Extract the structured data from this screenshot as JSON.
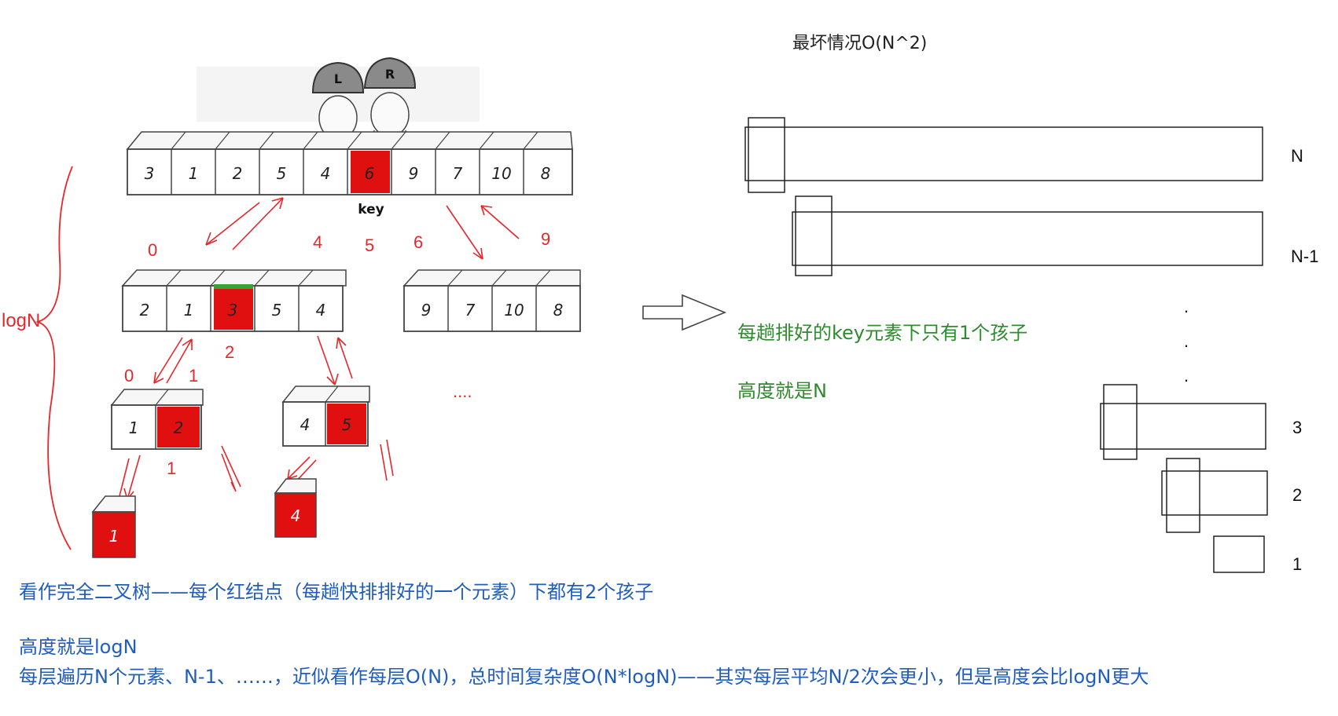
{
  "left_diagram": {
    "top_row": [
      "3",
      "1",
      "2",
      "5",
      "4",
      "6",
      "9",
      "7",
      "10",
      "8"
    ],
    "key_label": "key",
    "helmet_left": "L",
    "helmet_right": "R",
    "level1_left": [
      "2",
      "1",
      "3",
      "5",
      "4"
    ],
    "level1_right": [
      "9",
      "7",
      "10",
      "8"
    ],
    "level2_left": [
      "1",
      "2"
    ],
    "level2_right": [
      "4",
      "5"
    ],
    "level3_left": "1",
    "level3_right": "4",
    "red_labels": {
      "l1_0": "0",
      "l1_4": "4",
      "l1_5": "5",
      "l1_6": "6",
      "l1_9": "9",
      "l1_2": "2",
      "l2_0": "0",
      "l2_1": "1",
      "l2_1b": "1"
    },
    "ellipsis": "....",
    "logN": "logN"
  },
  "right_diagram": {
    "title": "最坏情况O(N^2)",
    "labels": [
      "N",
      "N-1",
      ".",
      ".",
      ".",
      "3",
      "2",
      "1"
    ]
  },
  "notes": {
    "green1": "每趟排好的key元素下只有1个孩子",
    "green2": "高度就是N",
    "blue1": "看作完全二叉树——每个红结点（每趟快排排好的一个元素）下都有2个孩子",
    "blue2": "高度就是logN",
    "blue3": "每层遍历N个元素、N-1、……，近似看作每层O(N)，总时间复杂度O(N*logN)——其实每层平均N/2次会更小，但是高度会比logN更大"
  },
  "colors": {
    "red": "#e8262a",
    "blue": "#1f5dbf",
    "green": "#2e8b2e",
    "cell_red": "#e01010"
  }
}
